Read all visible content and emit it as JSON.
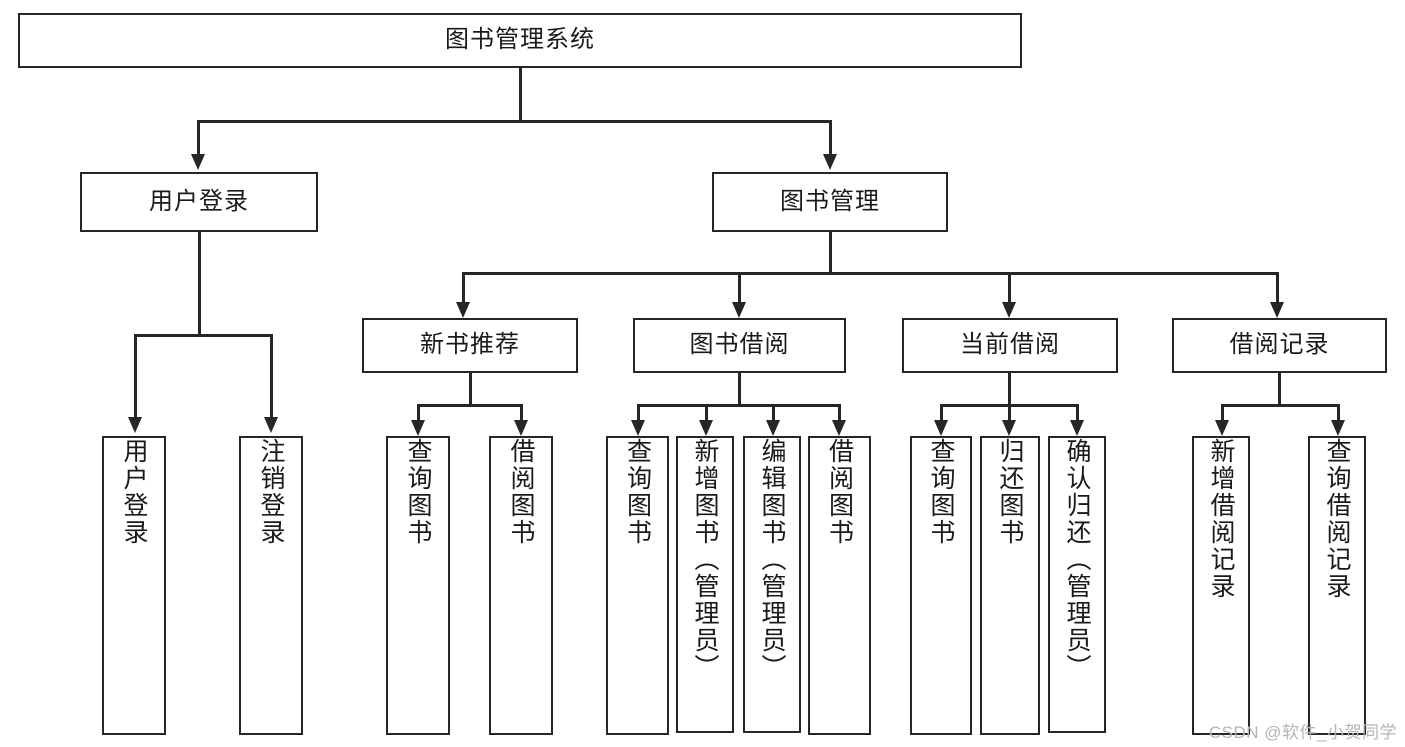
{
  "diagram": {
    "title": "图书管理系统",
    "watermark": "CSDN @软件_小贺同学",
    "root": {
      "label": "图书管理系统"
    },
    "level2": [
      {
        "label": "用户登录"
      },
      {
        "label": "图书管理"
      }
    ],
    "level3": [
      {
        "label": "新书推荐"
      },
      {
        "label": "图书借阅"
      },
      {
        "label": "当前借阅"
      },
      {
        "label": "借阅记录"
      }
    ],
    "leaves": {
      "user_login": [
        {
          "label": "用户登录"
        },
        {
          "label": "注销登录"
        }
      ],
      "new_book": [
        {
          "label": "查询图书"
        },
        {
          "label": "借阅图书"
        }
      ],
      "borrow_book": [
        {
          "label": "查询图书"
        },
        {
          "label": "新增图书（管理员）"
        },
        {
          "label": "编辑图书（管理员）"
        },
        {
          "label": "借阅图书"
        }
      ],
      "current_borrow": [
        {
          "label": "查询图书"
        },
        {
          "label": "归还图书"
        },
        {
          "label": "确认归还（管理员）"
        }
      ],
      "borrow_record": [
        {
          "label": "新增借阅记录"
        },
        {
          "label": "查询借阅记录"
        }
      ]
    }
  }
}
